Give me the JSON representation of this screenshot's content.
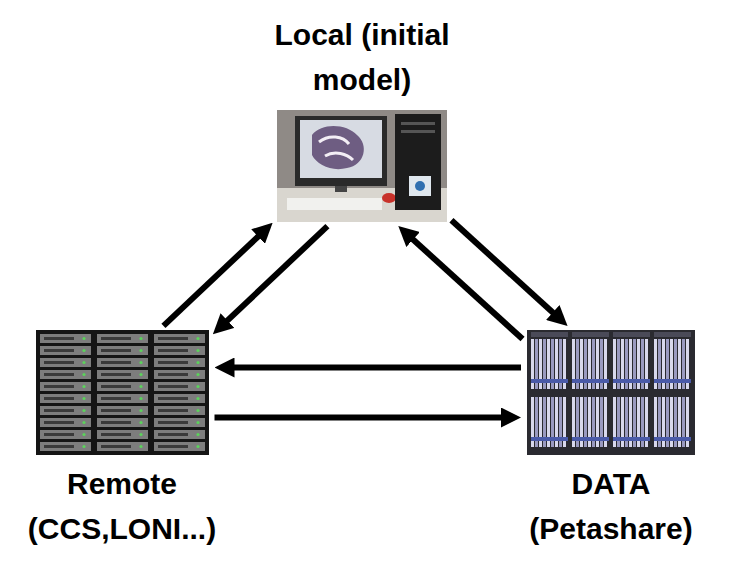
{
  "diagram": {
    "nodes": [
      {
        "text": [
          "Local (initial model)"
        ]
      },
      {
        "text": [
          "Remote (CCS,LONI...)"
        ]
      },
      {
        "text": [
          "DATA (Petashare)"
        ]
      }
    ],
    "edges": [
      {
        "from": 1,
        "to": 0,
        "arrow": "to"
      },
      {
        "from": 0,
        "to": 1,
        "arrow": "to"
      },
      {
        "from": 0,
        "to": 2,
        "arrow": "to"
      },
      {
        "from": 2,
        "to": 0,
        "arrow": "to"
      },
      {
        "from": 2,
        "to": 1,
        "arrow": "to"
      },
      {
        "from": 1,
        "to": 2,
        "arrow": "to"
      }
    ]
  }
}
